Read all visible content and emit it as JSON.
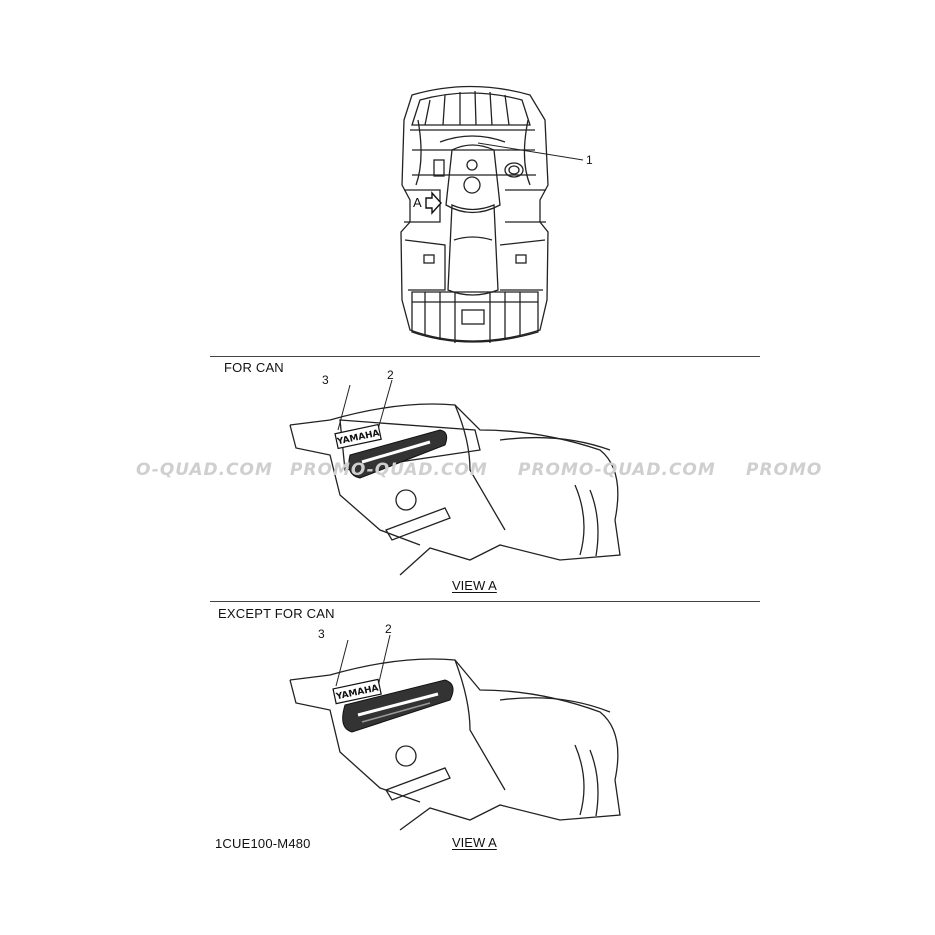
{
  "callouts": {
    "c1": "1",
    "c2": "2",
    "c3": "3",
    "view_marker": "A"
  },
  "sections": {
    "can": {
      "heading": "FOR CAN",
      "view_label": "VIEW A",
      "badge_text": "YAMAHA"
    },
    "except_can": {
      "heading": "EXCEPT FOR CAN",
      "view_label": "VIEW A",
      "badge_text": "YAMAHA"
    }
  },
  "watermark": {
    "w1": "O-QUAD.COM",
    "w2": "PROMO-QUAD.COM",
    "w3": "PROMO-QUAD.COM",
    "w4": "PROMO"
  },
  "part_code": "1CUE100-M480"
}
